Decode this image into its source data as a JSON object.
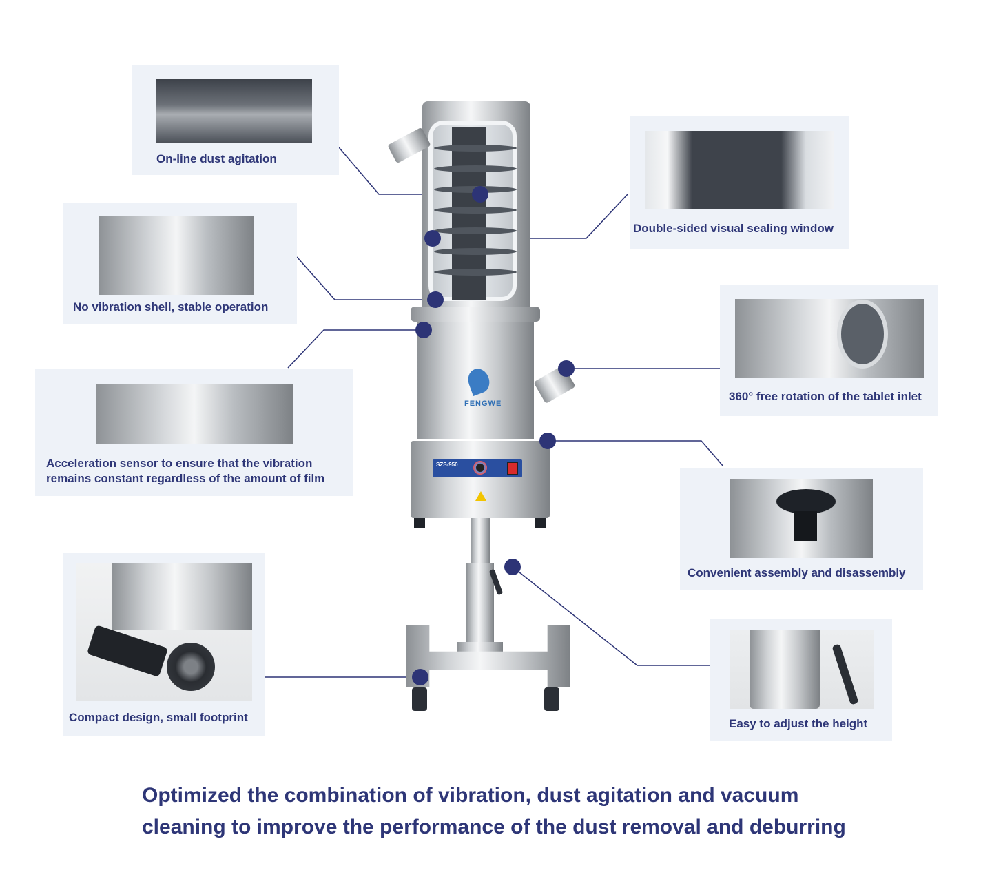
{
  "features": {
    "agitation": "On-line dust agitation",
    "window": "Double-sided visual sealing window",
    "shell": "No vibration shell, stable operation",
    "inlet": "360° free rotation of the tablet inlet",
    "sensor_line1": "Acceleration sensor to ensure that the vibration",
    "sensor_line2": "remains constant regardless of the amount of film",
    "assembly": "Convenient assembly and disassembly",
    "compact": "Compact design, small footprint",
    "height": "Easy to adjust the height"
  },
  "machine": {
    "brand": "FENGWE",
    "model_plate": "SZS-950"
  },
  "headline": {
    "line1": "Optimized the combination of vibration, dust agitation and vacuum",
    "line2": "cleaning to improve the performance of the dust removal and deburring"
  },
  "colors": {
    "accent": "#2d3476",
    "card": "#eef2f8"
  }
}
